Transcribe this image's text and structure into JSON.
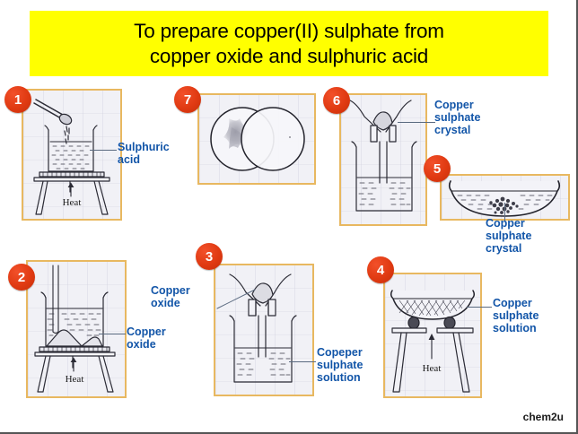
{
  "title": {
    "line1": "To prepare copper(II) sulphate from",
    "line2": "copper oxide and sulphuric acid",
    "background_color": "#ffff00",
    "text_color": "#000000"
  },
  "colors": {
    "badge": "#e03a12",
    "badge_text": "#ffffff",
    "label_text": "#1255a8",
    "panel_border": "#e8b860",
    "panel_background": "#f1f1f6",
    "page_background": "#ffffff"
  },
  "watermark": "chem2u",
  "panels": [
    {
      "number": "1",
      "name": "heating-sulphuric-acid",
      "inner_labels": [
        "Heat"
      ],
      "description": "Beaker of sulphuric acid on wire gauze and tripod, spatula adding solid, heated from below"
    },
    {
      "number": "2",
      "name": "adding-copper-oxide",
      "inner_labels": [
        "Heat"
      ],
      "description": "Beaker with stirring rod and excess copper oxide settled at the bottom, heated on tripod"
    },
    {
      "number": "3",
      "name": "filtering-mixture",
      "inner_labels": [],
      "description": "Filter funnel with filter paper on a beaker collecting copper sulphate solution"
    },
    {
      "number": "4",
      "name": "evaporating-solution",
      "inner_labels": [
        "Heat"
      ],
      "description": "Evaporating basin of copper sulphate solution on pipeclay triangle over a tripod, heated"
    },
    {
      "number": "5",
      "name": "crystals-in-basin",
      "inner_labels": [],
      "description": "Evaporating basin containing concentrated solution with copper sulphate crystals forming"
    },
    {
      "number": "6",
      "name": "filtering-crystals",
      "inner_labels": [],
      "description": "Filter funnel holding copper sulphate crystals above a beaker"
    },
    {
      "number": "7",
      "name": "drying-crystals",
      "inner_labels": [],
      "description": "Crystals dried between two sheets of filter paper"
    }
  ],
  "callouts": [
    {
      "id": "sulphuric-acid",
      "text": "Sulphuric\nacid"
    },
    {
      "id": "copper-sulphate-crystal-6",
      "text": "Copper\nsulphate\ncrystal"
    },
    {
      "id": "copper-sulphate-crystal-5",
      "text": "Copper\nsulphate\ncrystal"
    },
    {
      "id": "copper-oxide-3",
      "text": "Copper\noxide"
    },
    {
      "id": "copper-oxide-2",
      "text": "Copper\noxide"
    },
    {
      "id": "copeper-sulphate-solution",
      "text": "Copeper\nsulphate\nsolution"
    },
    {
      "id": "copper-sulphate-solution",
      "text": "Copper\nsulphate\nsolution"
    }
  ],
  "inner_text": {
    "heat": "Heat"
  }
}
